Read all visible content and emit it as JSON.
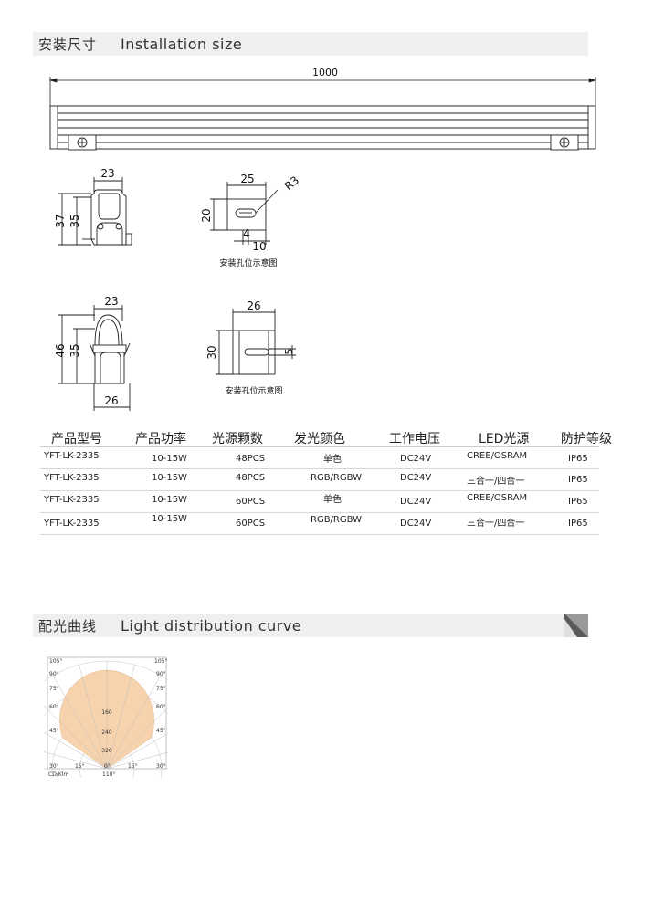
{
  "install_section": {
    "title_zh": "安装尺寸",
    "title_en": "Installation size"
  },
  "light_section": {
    "title_zh": "配光曲线",
    "title_en": "Light distribution curve"
  },
  "drawing": {
    "length": "1000",
    "bracket1": {
      "width": "23",
      "outer_height": "37",
      "inner_height": "35"
    },
    "hole": {
      "width": "25",
      "height": "20",
      "radius": "R3",
      "offset_a": "4",
      "offset_b": "10",
      "caption": "安装孔位示意图"
    },
    "bracket2": {
      "top_width": "23",
      "outer_height": "46",
      "inner_height": "35",
      "bottom_width": "26"
    },
    "plate": {
      "width": "26",
      "height": "30",
      "slot": "5",
      "caption": "安装孔位示意图"
    }
  },
  "table": {
    "headers": [
      "产品型号",
      "产品功率",
      "光源颗数",
      "发光颜色",
      "工作电压",
      "LED光源",
      "防护等级"
    ],
    "rows": [
      [
        "YFT-LK-2335",
        "10-15W",
        "48PCS",
        "单色",
        "DC24V",
        "CREE/OSRAM",
        "IP65"
      ],
      [
        "YFT-LK-2335",
        "10-15W",
        "48PCS",
        "RGB/RGBW",
        "DC24V",
        "三合一/四合一",
        "IP65"
      ],
      [
        "YFT-LK-2335",
        "10-15W",
        "60PCS",
        "单色",
        "DC24V",
        "CREE/OSRAM",
        "IP65"
      ],
      [
        "YFT-LK-2335",
        "10-15W",
        "60PCS",
        "RGB/RGBW",
        "DC24V",
        "三合一/四合一",
        "IP65"
      ]
    ]
  },
  "polar": {
    "angle_labels_left": [
      "105°",
      "90°",
      "75°",
      "60°",
      "45°",
      "30°"
    ],
    "angle_labels_right": [
      "105°",
      "90°",
      "75°",
      "60°",
      "45°",
      "30°"
    ],
    "bottom_labels": [
      "15°",
      "0°",
      "15°"
    ],
    "rings": [
      "160",
      "240",
      "320"
    ],
    "unit": "CD/Klm",
    "beam": "110°",
    "fill_color": "#f6d3ad"
  }
}
